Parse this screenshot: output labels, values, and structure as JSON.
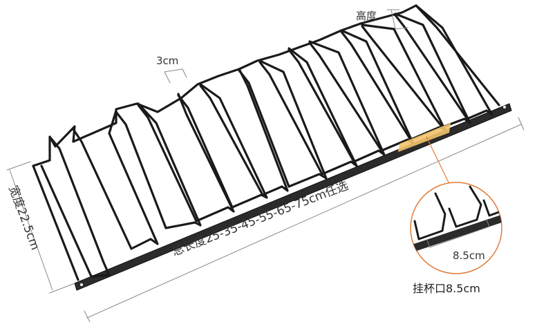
{
  "labels": {
    "height": "高度",
    "spacing": "3cm",
    "width": "宽度22.5cm",
    "total_length": "总长度25-35-45-55-65-75cm任选",
    "zoom_spacing": "8.5cm",
    "hook_opening": "挂杯口8.5cm"
  },
  "colors": {
    "wire": "#1a1a1a",
    "dimension_line": "#888888",
    "callout": "#e07b39",
    "highlight": "#f2c46d"
  }
}
